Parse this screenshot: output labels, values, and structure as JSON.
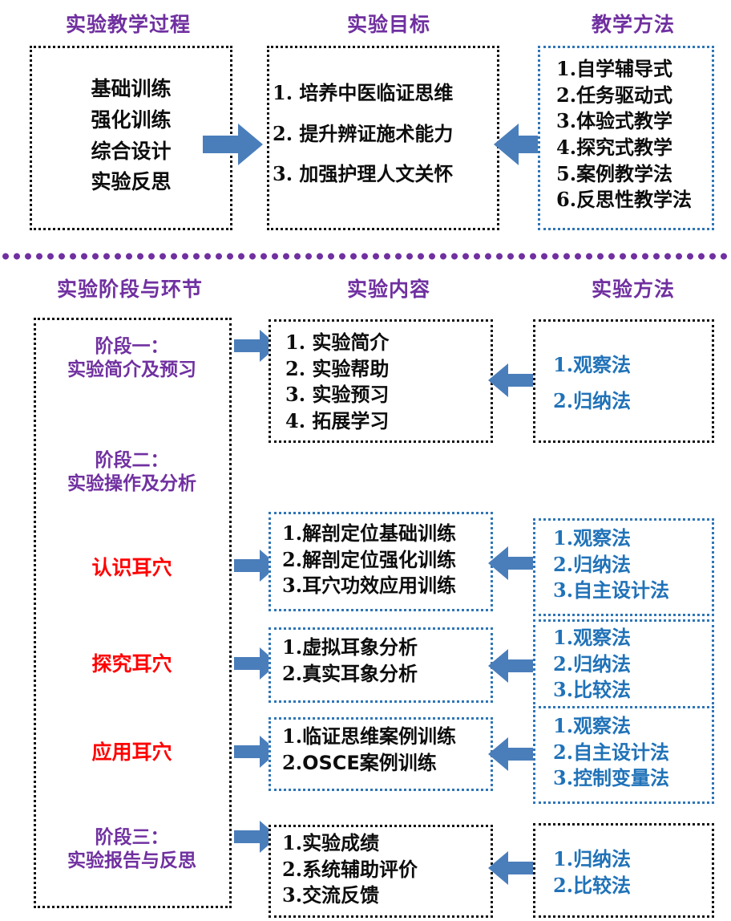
{
  "colors": {
    "title_purple": "#7030A0",
    "arrow_blue": "#4A7EBB",
    "method_blue": "#2072B8",
    "border_blue": "#2E75B6",
    "border_black": "#111111",
    "red": "#FF0000"
  },
  "top": {
    "columns": [
      {
        "title": "实验教学过程"
      },
      {
        "title": "实验目标"
      },
      {
        "title": "教学方法"
      }
    ],
    "process_box": {
      "border": "black",
      "items": [
        "基础训练",
        "强化训练",
        "综合设计",
        "实验反思"
      ]
    },
    "goal_box": {
      "border": "black",
      "items": [
        {
          "num": "1.",
          "text": "培养中医临证思维"
        },
        {
          "num": "2.",
          "text": "提升辨证施术能力"
        },
        {
          "num": "3.",
          "text": "加强护理人文关怀"
        }
      ]
    },
    "method_box": {
      "border": "blue",
      "items": [
        {
          "num": "1.",
          "text": "自学辅导式"
        },
        {
          "num": "2.",
          "text": "任务驱动式"
        },
        {
          "num": "3.",
          "text": "体验式教学"
        },
        {
          "num": "4.",
          "text": "探究式教学"
        },
        {
          "num": "5.",
          "text": "案例教学法"
        },
        {
          "num": "6.",
          "text": "反思性教学法"
        }
      ]
    },
    "arrows": [
      {
        "name": "arrow-process-to-goal",
        "direction": "right"
      },
      {
        "name": "arrow-method-to-goal",
        "direction": "left"
      }
    ]
  },
  "bottom": {
    "columns": [
      {
        "title": "实验阶段与环节"
      },
      {
        "title": "实验内容"
      },
      {
        "title": "实验方法"
      }
    ],
    "stages": [
      {
        "line1": "阶段一：",
        "line2": "实验简介及预习",
        "style": "purple"
      },
      {
        "line1": "阶段二：",
        "line2": "实验操作及分析",
        "style": "purple"
      },
      {
        "line1": "认识耳穴",
        "line2": "",
        "style": "red"
      },
      {
        "line1": "探究耳穴",
        "line2": "",
        "style": "red"
      },
      {
        "line1": "应用耳穴",
        "line2": "",
        "style": "red"
      },
      {
        "line1": "阶段三：",
        "line2": "实验报告与反思",
        "style": "purple"
      }
    ],
    "rows": [
      {
        "content": {
          "border": "black",
          "items": [
            {
              "num": "1.",
              "text": "实验简介"
            },
            {
              "num": "2.",
              "text": "实验帮助"
            },
            {
              "num": "3.",
              "text": "实验预习"
            },
            {
              "num": "4.",
              "text": "拓展学习"
            }
          ]
        },
        "methods": {
          "border": "black",
          "items": [
            {
              "num": "1.",
              "text": "观察法"
            },
            {
              "num": "2.",
              "text": "归纳法"
            }
          ]
        }
      },
      {
        "content": {
          "border": "blue",
          "items": [
            {
              "num": "1.",
              "text": "解剖定位基础训练"
            },
            {
              "num": "2.",
              "text": "解剖定位强化训练"
            },
            {
              "num": "3.",
              "text": "耳穴功效应用训练"
            }
          ]
        },
        "methods": {
          "border": "blue",
          "items": [
            {
              "num": "1.",
              "text": "观察法"
            },
            {
              "num": "2.",
              "text": "归纳法"
            },
            {
              "num": "3.",
              "text": "自主设计法"
            }
          ]
        }
      },
      {
        "content": {
          "border": "blue",
          "items": [
            {
              "num": "1.",
              "text": "虚拟耳象分析"
            },
            {
              "num": "2.",
              "text": "真实耳象分析"
            }
          ]
        },
        "methods": {
          "border": "blue",
          "items": [
            {
              "num": "1.",
              "text": "观察法"
            },
            {
              "num": "2.",
              "text": "归纳法"
            },
            {
              "num": "3.",
              "text": "比较法"
            }
          ]
        }
      },
      {
        "content": {
          "border": "blue",
          "items": [
            {
              "num": "1.",
              "text": "临证思维案例训练"
            },
            {
              "num": "2.",
              "text": "OSCE案例训练"
            }
          ]
        },
        "methods": {
          "border": "blue",
          "items": [
            {
              "num": "1.",
              "text": "观察法"
            },
            {
              "num": "2.",
              "text": "自主设计法"
            },
            {
              "num": "3.",
              "text": "控制变量法"
            }
          ]
        }
      },
      {
        "content": {
          "border": "black",
          "items": [
            {
              "num": "1.",
              "text": "实验成绩"
            },
            {
              "num": "2.",
              "text": "系统辅助评价"
            },
            {
              "num": "3.",
              "text": "交流反馈"
            }
          ]
        },
        "methods": {
          "border": "black",
          "items": [
            {
              "num": "1.",
              "text": "归纳法"
            },
            {
              "num": "2.",
              "text": "比较法"
            }
          ]
        }
      }
    ]
  }
}
